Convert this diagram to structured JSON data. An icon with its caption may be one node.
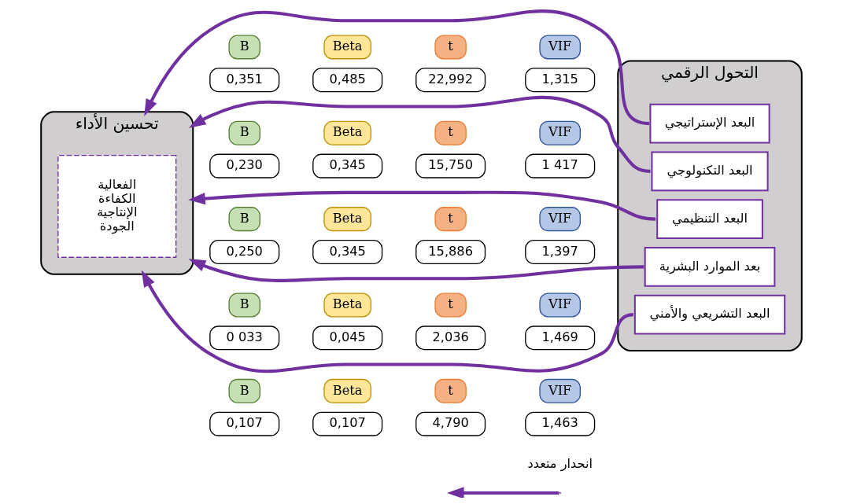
{
  "diagram": {
    "nodes": [
      {
        "text": [
          "تحسين الأداء"
        ]
      },
      {
        "text": [
          "الفعالية",
          "الكفاءة",
          "الإنتاجية",
          "الجودة"
        ],
        "in": 0
      },
      {
        "text": [
          "التحول الرقمي"
        ]
      },
      {
        "text": [
          "البعد الإستراتيجي"
        ],
        "in": 2
      },
      {
        "text": [
          "البعد التكنولوجي"
        ],
        "in": 2
      },
      {
        "text": [
          "البعد التنظيمي"
        ],
        "in": 2
      },
      {
        "text": [
          "بعد الموارد البشرية"
        ],
        "in": 2
      },
      {
        "text": [
          "البعد التشريعي والأمني"
        ],
        "in": 2
      },
      {
        "text": [
          "B"
        ]
      },
      {
        "text": [
          "0,351"
        ]
      },
      {
        "text": [
          "Beta"
        ]
      },
      {
        "text": [
          "0,485"
        ]
      },
      {
        "text": [
          "t"
        ]
      },
      {
        "text": [
          "22,992"
        ]
      },
      {
        "text": [
          "VIF"
        ]
      },
      {
        "text": [
          "1,315"
        ]
      },
      {
        "text": [
          "B"
        ]
      },
      {
        "text": [
          "0,230"
        ]
      },
      {
        "text": [
          "Beta"
        ]
      },
      {
        "text": [
          "0,345"
        ]
      },
      {
        "text": [
          "t"
        ]
      },
      {
        "text": [
          "15,750"
        ]
      },
      {
        "text": [
          "VIF"
        ]
      },
      {
        "text": [
          "1 417"
        ]
      },
      {
        "text": [
          "B"
        ]
      },
      {
        "text": [
          "0,250"
        ]
      },
      {
        "text": [
          "Beta"
        ]
      },
      {
        "text": [
          "0,345"
        ]
      },
      {
        "text": [
          "t"
        ]
      },
      {
        "text": [
          "15,886"
        ]
      },
      {
        "text": [
          "VIF"
        ]
      },
      {
        "text": [
          "1,397"
        ]
      },
      {
        "text": [
          "B"
        ]
      },
      {
        "text": [
          "0 033"
        ]
      },
      {
        "text": [
          "Beta"
        ]
      },
      {
        "text": [
          "0,045"
        ]
      },
      {
        "text": [
          "t"
        ]
      },
      {
        "text": [
          "2,036"
        ]
      },
      {
        "text": [
          "VIF"
        ]
      },
      {
        "text": [
          "1,469"
        ]
      },
      {
        "text": [
          "B"
        ]
      },
      {
        "text": [
          "0,107"
        ]
      },
      {
        "text": [
          "Beta"
        ]
      },
      {
        "text": [
          "0,107"
        ]
      },
      {
        "text": [
          "t"
        ]
      },
      {
        "text": [
          "4,790"
        ]
      },
      {
        "text": [
          "VIF"
        ]
      },
      {
        "text": [
          "1,463"
        ]
      }
    ],
    "edges": [
      {
        "from": 3,
        "to": 0,
        "arrow": "to"
      },
      {
        "from": 4,
        "to": 0,
        "arrow": "to"
      },
      {
        "from": 5,
        "to": 0,
        "arrow": "to"
      },
      {
        "from": 6,
        "to": 0,
        "arrow": "to"
      },
      {
        "from": 7,
        "to": 0,
        "arrow": "to"
      }
    ],
    "legend": [
      {
        "text": "انحدار متعدد"
      }
    ]
  }
}
